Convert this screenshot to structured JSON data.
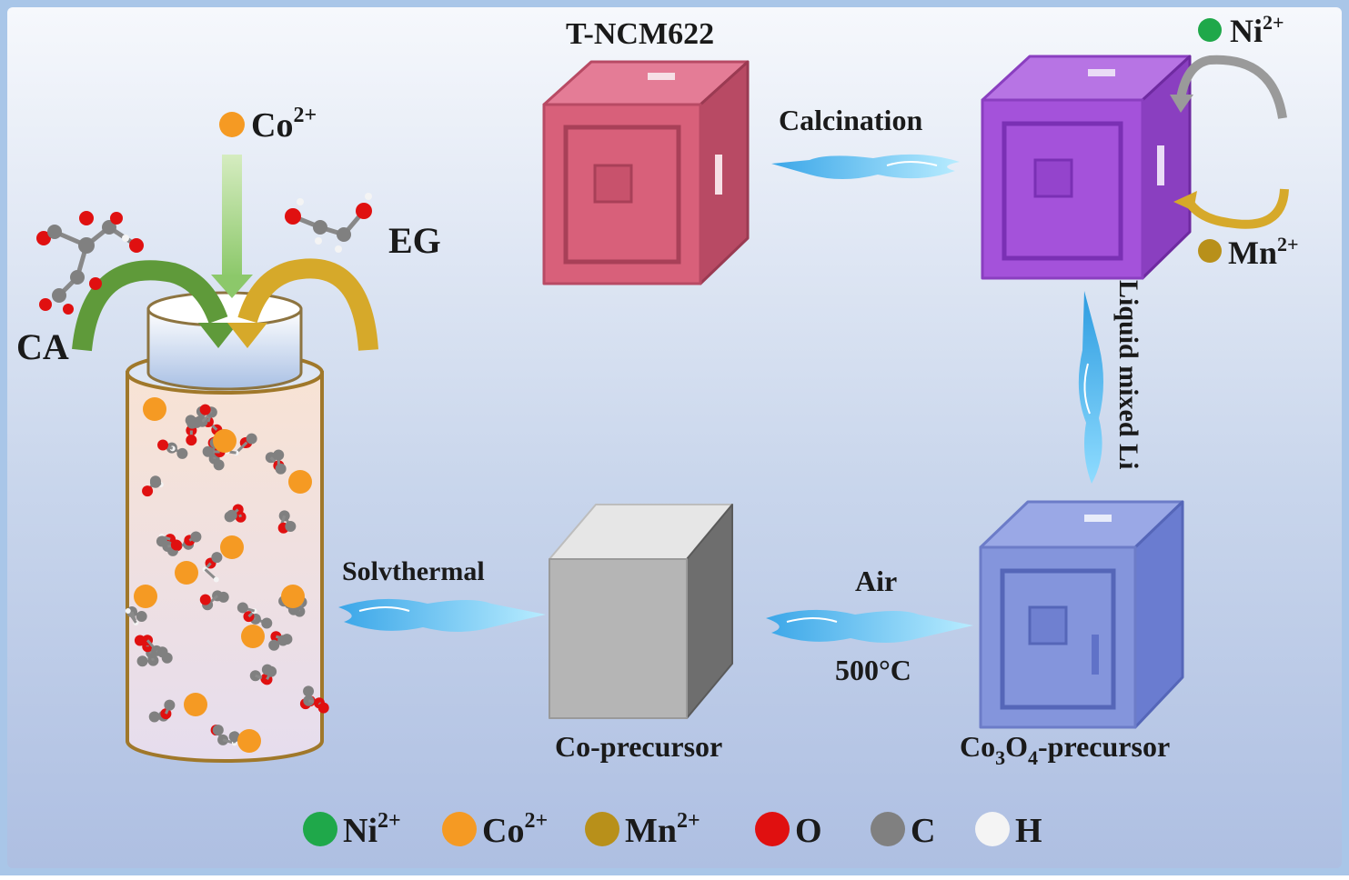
{
  "labels": {
    "ca": "CA",
    "eg": "EG",
    "co_top_base": "Co",
    "co_top_sup": "2+",
    "tncm": "T-NCM622",
    "calcination": "Calcination",
    "solvthermal": "Solvthermal",
    "air": "Air",
    "temp": "500°C",
    "liquid": "Liquid mixed Li",
    "ni_top_base": "Ni",
    "ni_top_sup": "2+",
    "mn_right_base": "Mn",
    "mn_right_sup": "2+",
    "co_precursor": "Co-precursor",
    "co3o4_a": "Co",
    "co3o4_b": "3",
    "co3o4_c": "O",
    "co3o4_d": "4",
    "co3o4_e": "-precursor"
  },
  "legend": [
    {
      "base": "Ni",
      "sup": "2+",
      "color": "#1fa84a"
    },
    {
      "base": "Co",
      "sup": "2+",
      "color": "#f59a23"
    },
    {
      "base": "Mn",
      "sup": "2+",
      "color": "#b8901a"
    },
    {
      "base": "O",
      "sup": "",
      "color": "#e01010"
    },
    {
      "base": "C",
      "sup": "",
      "color": "#808080"
    },
    {
      "base": "H",
      "sup": "",
      "color": "#f4f4f4"
    }
  ],
  "colors": {
    "ni": "#1fa84a",
    "co": "#f59a23",
    "mn": "#b8901a",
    "o": "#e01010",
    "c": "#808080",
    "h": "#f4f4f4",
    "tncm_cube": "#d8607a",
    "ni_mn_cube": "#a24fd0",
    "co3o4_cube": "#7f90dc",
    "precursor_cube": "#b8b8b8"
  }
}
